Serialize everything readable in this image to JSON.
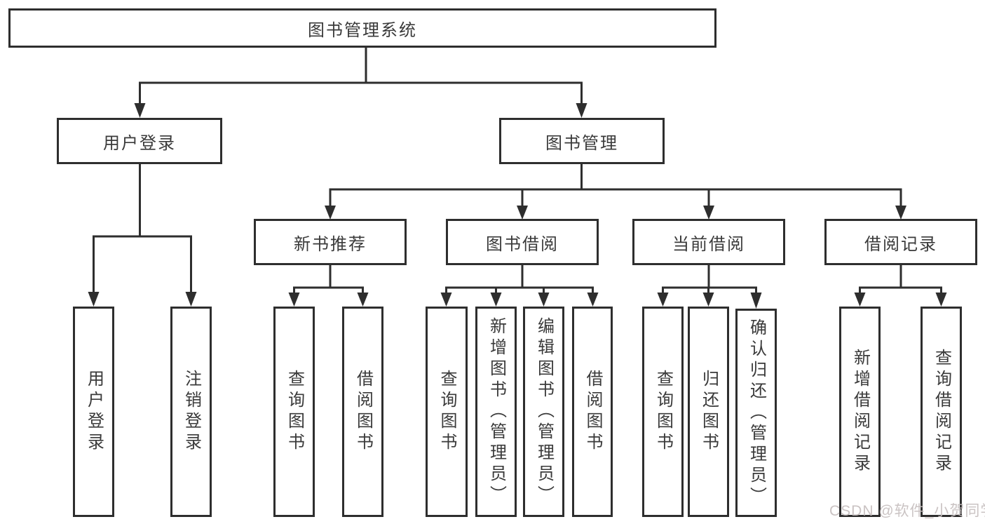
{
  "tree": {
    "root": "图书管理系统",
    "login": {
      "label": "用户登录",
      "children": [
        "用户登录",
        "注销登录"
      ]
    },
    "mgmt": {
      "label": "图书管理",
      "groups": [
        {
          "label": "新书推荐",
          "children": [
            "查询图书",
            "借阅图书"
          ]
        },
        {
          "label": "图书借阅",
          "children": [
            "查询图书",
            "新增图书（管理员）",
            "编辑图书（管理员）",
            "借阅图书"
          ]
        },
        {
          "label": "当前借阅",
          "children": [
            "查询图书",
            "归还图书",
            "确认归还（管理员）"
          ]
        },
        {
          "label": "借阅记录",
          "children": [
            "新增借阅记录",
            "查询借阅记录"
          ]
        }
      ]
    }
  },
  "watermark": {
    "text": "CSDN @软件_小贺同学"
  },
  "colors": {
    "line": "#2e2e2e",
    "box_border": "#2e2e2e",
    "text": "#3a3a3a",
    "background": "#ffffff",
    "watermark": "#c5bebe"
  }
}
